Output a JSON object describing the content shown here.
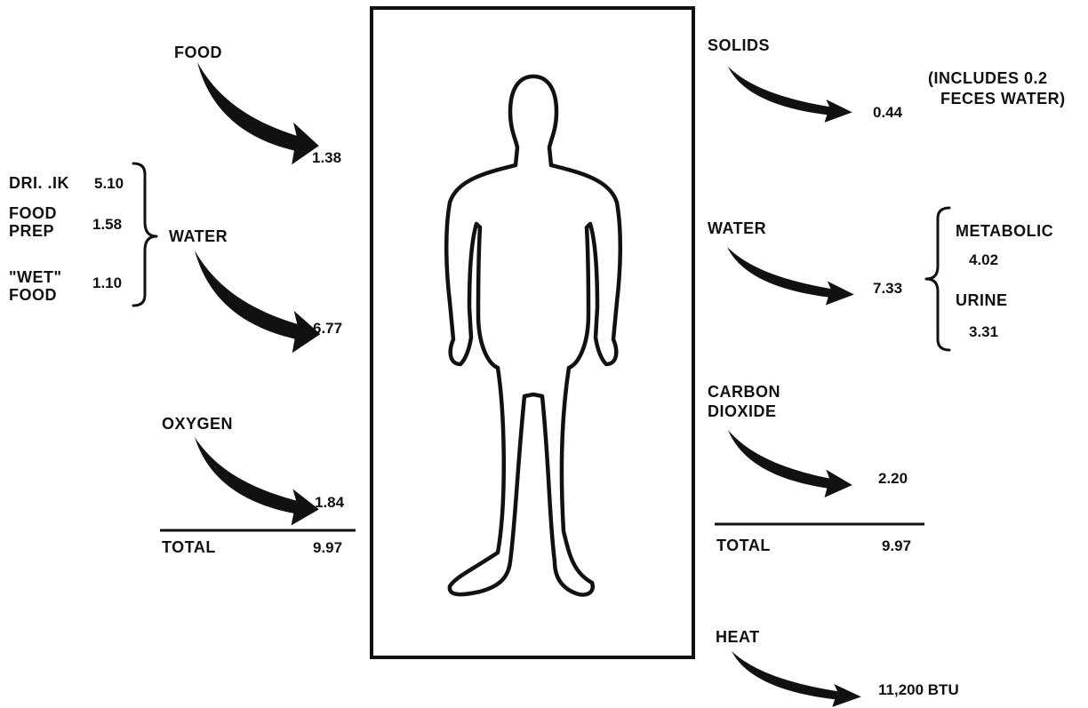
{
  "inputs": {
    "food": {
      "label": "FOOD",
      "value": "1.38"
    },
    "water": {
      "label": "WATER",
      "value": "6.77",
      "sources": [
        {
          "label_lines": [
            "DRI. .IK"
          ],
          "value": "5.10"
        },
        {
          "label_lines": [
            "FOOD",
            "PREP"
          ],
          "value": "1.58"
        },
        {
          "label_lines": [
            "\"WET\"",
            "FOOD"
          ],
          "value": "1.10"
        }
      ]
    },
    "oxygen": {
      "label": "OXYGEN",
      "value": "1.84"
    },
    "total": {
      "label": "TOTAL",
      "value": "9.97"
    }
  },
  "outputs": {
    "solids": {
      "label": "SOLIDS",
      "value": "0.44",
      "note_lines": [
        "(INCLUDES 0.2",
        "FECES WATER)"
      ]
    },
    "water": {
      "label": "WATER",
      "value": "7.33",
      "parts": [
        {
          "label": "METABOLIC",
          "value": "4.02"
        },
        {
          "label": "URINE",
          "value": "3.31"
        }
      ]
    },
    "carbon_dioxide": {
      "label_lines": [
        "CARBON",
        "DIOXIDE"
      ],
      "value": "2.20"
    },
    "total": {
      "label": "TOTAL",
      "value": "9.97"
    },
    "heat": {
      "label": "HEAT",
      "value": "11,200 BTU"
    }
  },
  "colors": {
    "ink": "#111111",
    "paper": "#ffffff"
  }
}
